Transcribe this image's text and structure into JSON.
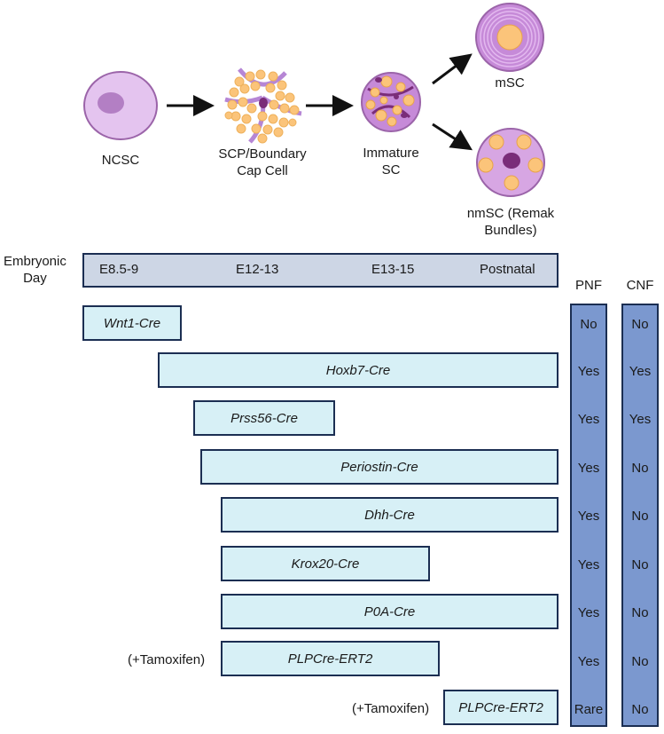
{
  "stages": {
    "ncsc": "NCSC",
    "scp_line1": "SCP/Boundary",
    "scp_line2": "Cap Cell",
    "immature_line1": "Immature",
    "immature_line2": "SC",
    "msc": "mSC",
    "nmsc_line1": "nmSC (Remak",
    "nmsc_line2": "Bundles)"
  },
  "timeline": {
    "label_line1": "Embryonic",
    "label_line2": "Day",
    "ticks": [
      "E8.5-9",
      "E12-13",
      "E13-15",
      "Postnatal"
    ]
  },
  "columns": {
    "pnf_header": "PNF",
    "cnf_header": "CNF"
  },
  "drivers": [
    {
      "name": "Wnt1-Cre",
      "pnf": "No",
      "cnf": "No",
      "prefix": ""
    },
    {
      "name": "Hoxb7-Cre",
      "pnf": "Yes",
      "cnf": "Yes",
      "prefix": ""
    },
    {
      "name": "Prss56-Cre",
      "pnf": "Yes",
      "cnf": "Yes",
      "prefix": ""
    },
    {
      "name": "Periostin-Cre",
      "pnf": "Yes",
      "cnf": "No",
      "prefix": ""
    },
    {
      "name": "Dhh-Cre",
      "pnf": "Yes",
      "cnf": "No",
      "prefix": ""
    },
    {
      "name": "Krox20-Cre",
      "pnf": "Yes",
      "cnf": "No",
      "prefix": ""
    },
    {
      "name": "P0A-Cre",
      "pnf": "Yes",
      "cnf": "No",
      "prefix": ""
    },
    {
      "name": "PLPCre-ERT2",
      "pnf": "Yes",
      "cnf": "No",
      "prefix": "(+Tamoxifen)"
    },
    {
      "name": "PLPCre-ERT2",
      "pnf": "Rare",
      "cnf": "No",
      "prefix": "(+Tamoxifen)"
    }
  ],
  "colors": {
    "timeline_fill": "#cdd6e5",
    "bar_fill": "#d7f0f6",
    "column_fill": "#7b98cf",
    "outline": "#1b2e52",
    "cell_purple": "#d7a6e3",
    "nucleus_purple": "#7a2d79",
    "myelin_yellow": "#fbc47a"
  }
}
